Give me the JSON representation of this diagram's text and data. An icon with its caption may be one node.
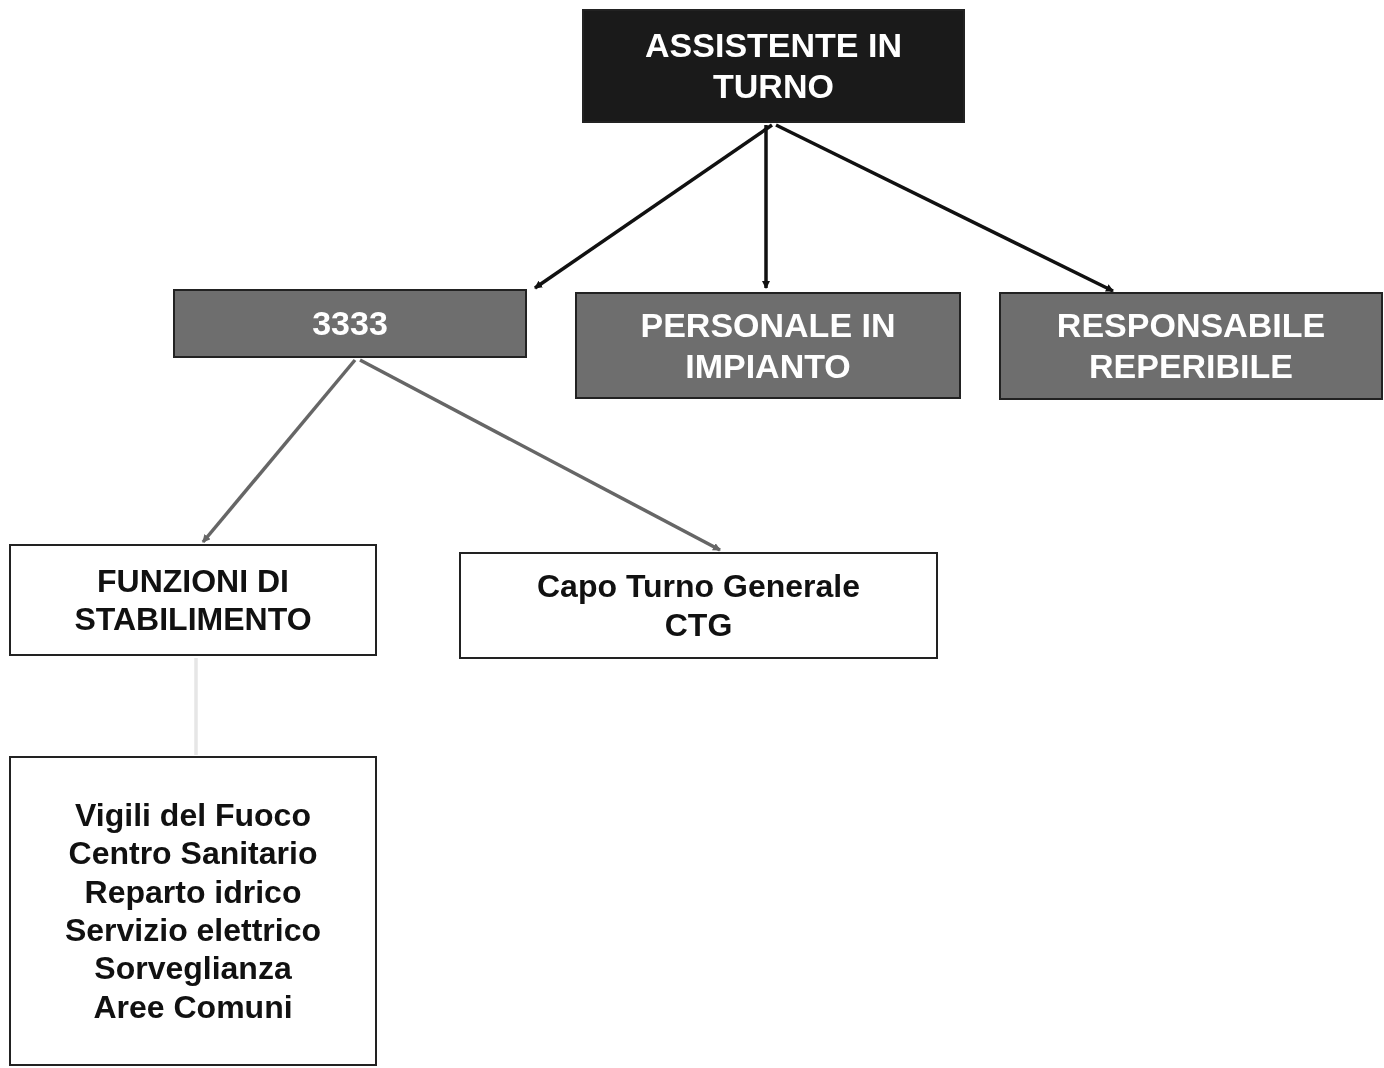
{
  "diagram": {
    "nodes": [
      {
        "text": [
          "ASSISTENTE IN TURNO"
        ]
      },
      {
        "text": [
          "3333"
        ]
      },
      {
        "text": [
          "PERSONALE IN IMPIANTO"
        ]
      },
      {
        "text": [
          "RESPONSABILE REPERIBILE"
        ]
      },
      {
        "text": [
          "FUNZIONI DI STABILIMENTO"
        ]
      },
      {
        "text": [
          "Capo Turno Generale",
          "CTG"
        ]
      },
      {
        "text": [
          "Vigili del Fuoco",
          "Centro Sanitario",
          "Reparto idrico",
          "Servizio elettrico",
          "Sorveglianza",
          "Aree Comuni"
        ]
      }
    ],
    "edges": [
      {
        "from": 0,
        "to": 1,
        "arrow": "to"
      },
      {
        "from": 0,
        "to": 2,
        "arrow": "to"
      },
      {
        "from": 0,
        "to": 3,
        "arrow": "to"
      },
      {
        "from": 1,
        "to": 4,
        "arrow": "to",
        "color": "#666666"
      },
      {
        "from": 1,
        "to": 5,
        "arrow": "to",
        "color": "#666666"
      },
      {
        "from": 4,
        "to": 6,
        "arrow": "none",
        "color": "#e6e6e6"
      }
    ]
  }
}
